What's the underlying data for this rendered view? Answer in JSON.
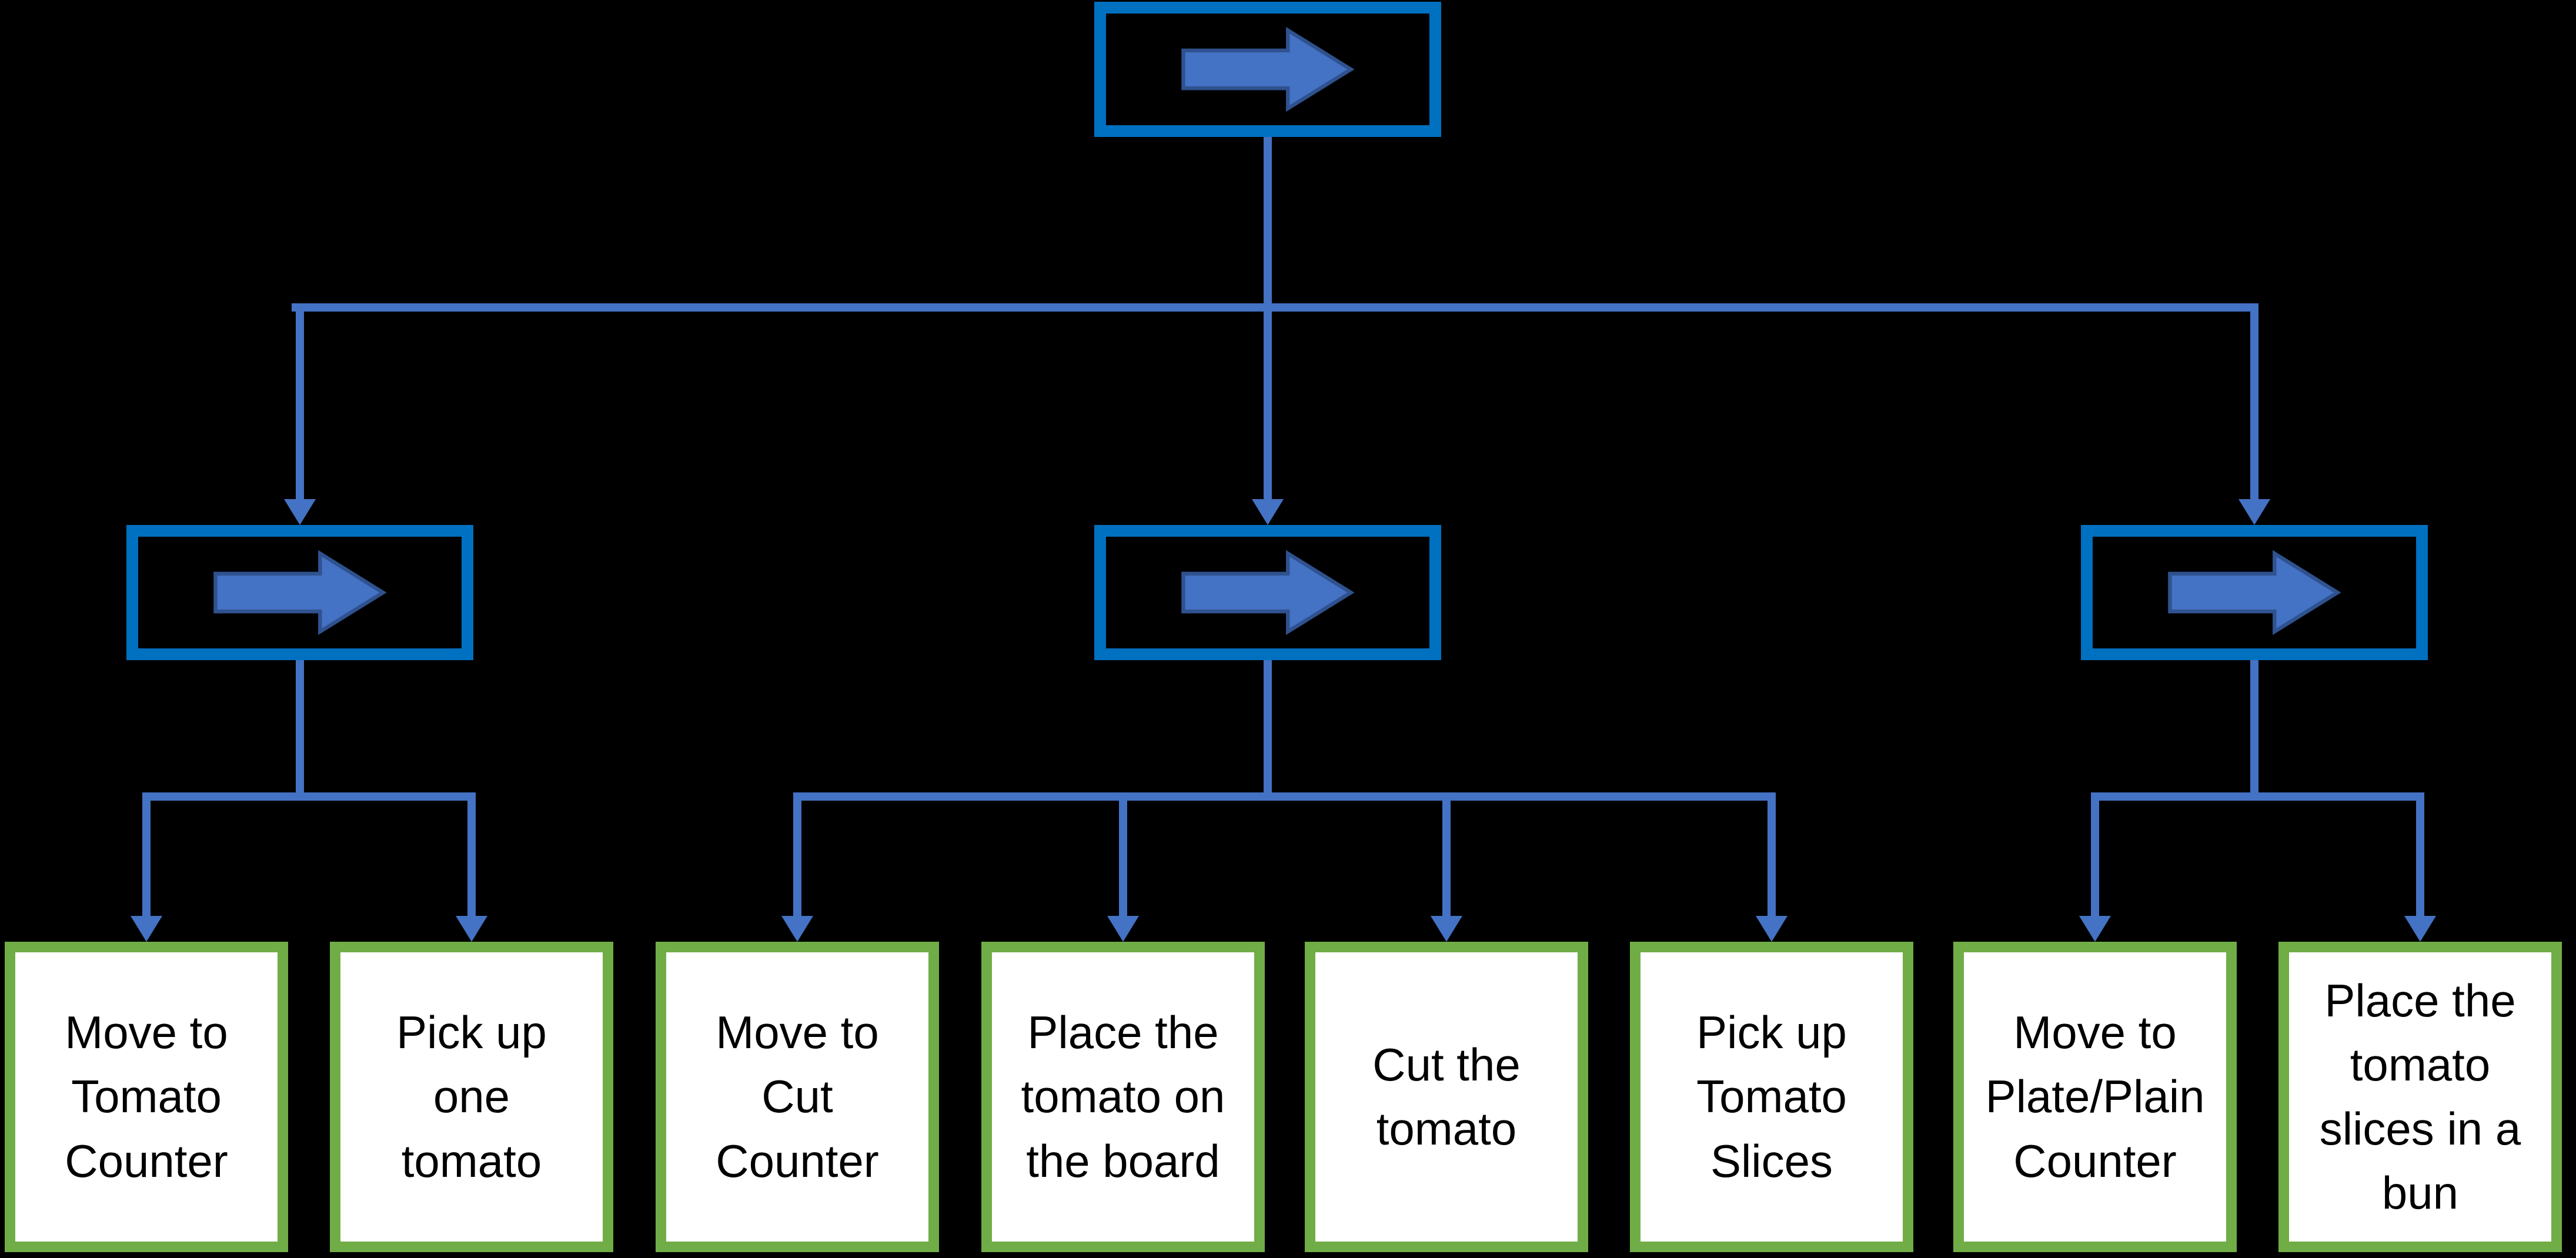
{
  "diagram": {
    "title": "Tomato slicing task decomposition flowchart",
    "background_color": "#000000",
    "colors": {
      "node_border_blue": "#0070C0",
      "connector_blue": "#4472C4",
      "arrow_shape_fill": "#4472C4",
      "arrow_shape_outline": "#2F528F",
      "leaf_border_green": "#70AD47",
      "leaf_fill": "#FFFFFF",
      "leaf_text": "#000000"
    },
    "root": {
      "icon": "right-arrow-shape-icon"
    },
    "subtasks": [
      {
        "icon": "right-arrow-shape-icon"
      },
      {
        "icon": "right-arrow-shape-icon"
      },
      {
        "icon": "right-arrow-shape-icon"
      }
    ],
    "leaves": [
      {
        "label": "Move to\nTomato\nCounter"
      },
      {
        "label": "Pick up\none\ntomato"
      },
      {
        "label": "Move to\nCut\nCounter"
      },
      {
        "label": "Place the\ntomato on\nthe board"
      },
      {
        "label": "Cut the\ntomato"
      },
      {
        "label": "Pick up\nTomato\nSlices"
      },
      {
        "label": "Move to\nPlate/Plain\nCounter"
      },
      {
        "label": "Place the\ntomato\nslices in a\nbun"
      }
    ]
  }
}
